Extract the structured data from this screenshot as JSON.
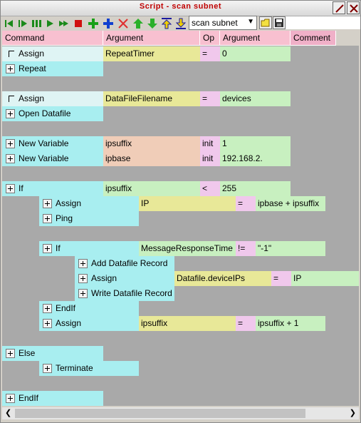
{
  "window": {
    "title": "Script - scan subnet"
  },
  "toolbar": {
    "script_name": "scan subnet"
  },
  "grid": {
    "headers": {
      "command": "Command",
      "argument": "Argument",
      "op": "Op",
      "argument2": "Argument",
      "comment": "Comment"
    },
    "rows": [
      {
        "cmd": "Assign",
        "arg": "RepeatTimer",
        "op": "=",
        "arg2": "0"
      },
      {
        "cmd": "Repeat"
      },
      {
        "cmd": "Assign",
        "arg": "DataFileFilename",
        "op": "=",
        "arg2": "devices"
      },
      {
        "cmd": "Open Datafile"
      },
      {
        "cmd": "New Variable",
        "arg": "ipsuffix",
        "op": "init",
        "arg2": "1"
      },
      {
        "cmd": "New Variable",
        "arg": "ipbase",
        "op": "init",
        "arg2": "192.168.2."
      },
      {
        "cmd": "If",
        "arg": "ipsuffix",
        "op": "<",
        "arg2": "255"
      },
      {
        "cmd": "Assign",
        "arg": "IP",
        "op": "=",
        "arg2": "ipbase + ipsuffix"
      },
      {
        "cmd": "Ping"
      },
      {
        "cmd": "If",
        "arg": "MessageResponseTime",
        "op": "!=",
        "arg2": "\"-1\""
      },
      {
        "cmd": "Add Datafile Record"
      },
      {
        "cmd": "Assign",
        "arg": "Datafile.deviceIPs",
        "op": "=",
        "arg2": "IP"
      },
      {
        "cmd": "Write Datafile Record"
      },
      {
        "cmd": "EndIf"
      },
      {
        "cmd": "Assign",
        "arg": "ipsuffix",
        "op": "=",
        "arg2": "ipsuffix + 1"
      },
      {
        "cmd": "Else"
      },
      {
        "cmd": "Terminate"
      },
      {
        "cmd": "EndIf"
      }
    ]
  }
}
